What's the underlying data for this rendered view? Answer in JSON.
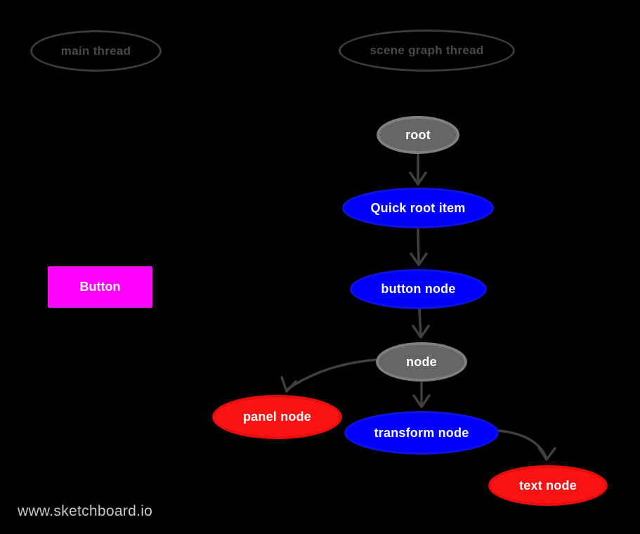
{
  "diagram": {
    "threads": [
      {
        "label": "main thread"
      },
      {
        "label": "scene graph thread"
      }
    ],
    "nodes": [
      {
        "label": "root",
        "color_role": "gray"
      },
      {
        "label": "Quick root item",
        "color_role": "blue"
      },
      {
        "label": "button node",
        "color_role": "blue"
      },
      {
        "label": "node",
        "color_role": "gray"
      },
      {
        "label": "panel node",
        "color_role": "red"
      },
      {
        "label": "transform node",
        "color_role": "blue"
      },
      {
        "label": "text node",
        "color_role": "red"
      }
    ],
    "edges": [
      {
        "from": "root",
        "to": "Quick root item"
      },
      {
        "from": "Quick root item",
        "to": "button node"
      },
      {
        "from": "button node",
        "to": "node"
      },
      {
        "from": "node",
        "to": "panel node"
      },
      {
        "from": "node",
        "to": "transform node"
      },
      {
        "from": "transform node",
        "to": "text node"
      }
    ],
    "ui_button": {
      "label": "Button"
    }
  },
  "watermark": {
    "text": "www.sketchboard.io"
  },
  "colors": {
    "background": "#000000",
    "blue_fill": "#0000ff",
    "blue_border": "#1212dd",
    "red_fill": "#fb1212",
    "red_border": "#e50e0e",
    "gray_fill": "#666666",
    "gray_border": "#7f7f7f",
    "magenta_fill": "#ff00ff",
    "magenta_border": "#ee15ee",
    "thread_outline": "#3c3c3e",
    "thread_text": "#4a4a4a",
    "node_text": "#ffffff",
    "arrow": "#3f3f3f",
    "watermark_text": "#c8c8c8"
  }
}
